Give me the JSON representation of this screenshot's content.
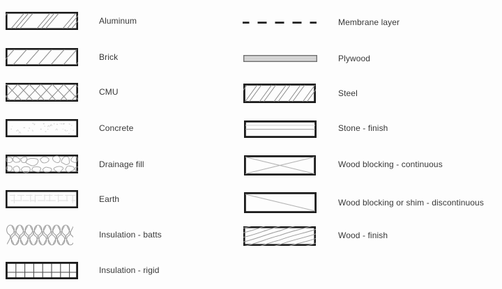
{
  "page": {
    "background": "#fdfdfd",
    "text_color": "#3a3a3a"
  },
  "legend": {
    "colors": {
      "outline": "#1c1c1c",
      "hatch_gray": "#8c8c8c",
      "light_gray": "#b3b3b3",
      "faint_gray": "#dedede",
      "plywood_fill": "#dcdcdc",
      "plywood_border": "#707070"
    },
    "left": [
      {
        "label": "Aluminum",
        "symbol": "aluminum-hatch"
      },
      {
        "label": "Brick",
        "symbol": "brick-hatch"
      },
      {
        "label": "CMU",
        "symbol": "cmu-crosshatch"
      },
      {
        "label": "Concrete",
        "symbol": "concrete-stipple"
      },
      {
        "label": "Drainage fill",
        "symbol": "drainage-stones"
      },
      {
        "label": "Earth",
        "symbol": "earth-hatch"
      },
      {
        "label": "Insulation - batts",
        "symbol": "insulation-batts-loops"
      },
      {
        "label": "Insulation - rigid",
        "symbol": "insulation-rigid-grid"
      }
    ],
    "right": [
      {
        "label": "Membrane layer",
        "symbol": "membrane-dashed-line"
      },
      {
        "label": "Plywood",
        "symbol": "plywood-bar"
      },
      {
        "label": "Steel",
        "symbol": "steel-hatch"
      },
      {
        "label": "Stone - finish",
        "symbol": "stone-finish-bands"
      },
      {
        "label": "Wood blocking - continuous",
        "symbol": "wood-blocking-x"
      },
      {
        "label": "Wood blocking or shim - discontinuous",
        "symbol": "wood-blocking-diagonal"
      },
      {
        "label": "Wood - finish",
        "symbol": "wood-grain"
      }
    ]
  }
}
